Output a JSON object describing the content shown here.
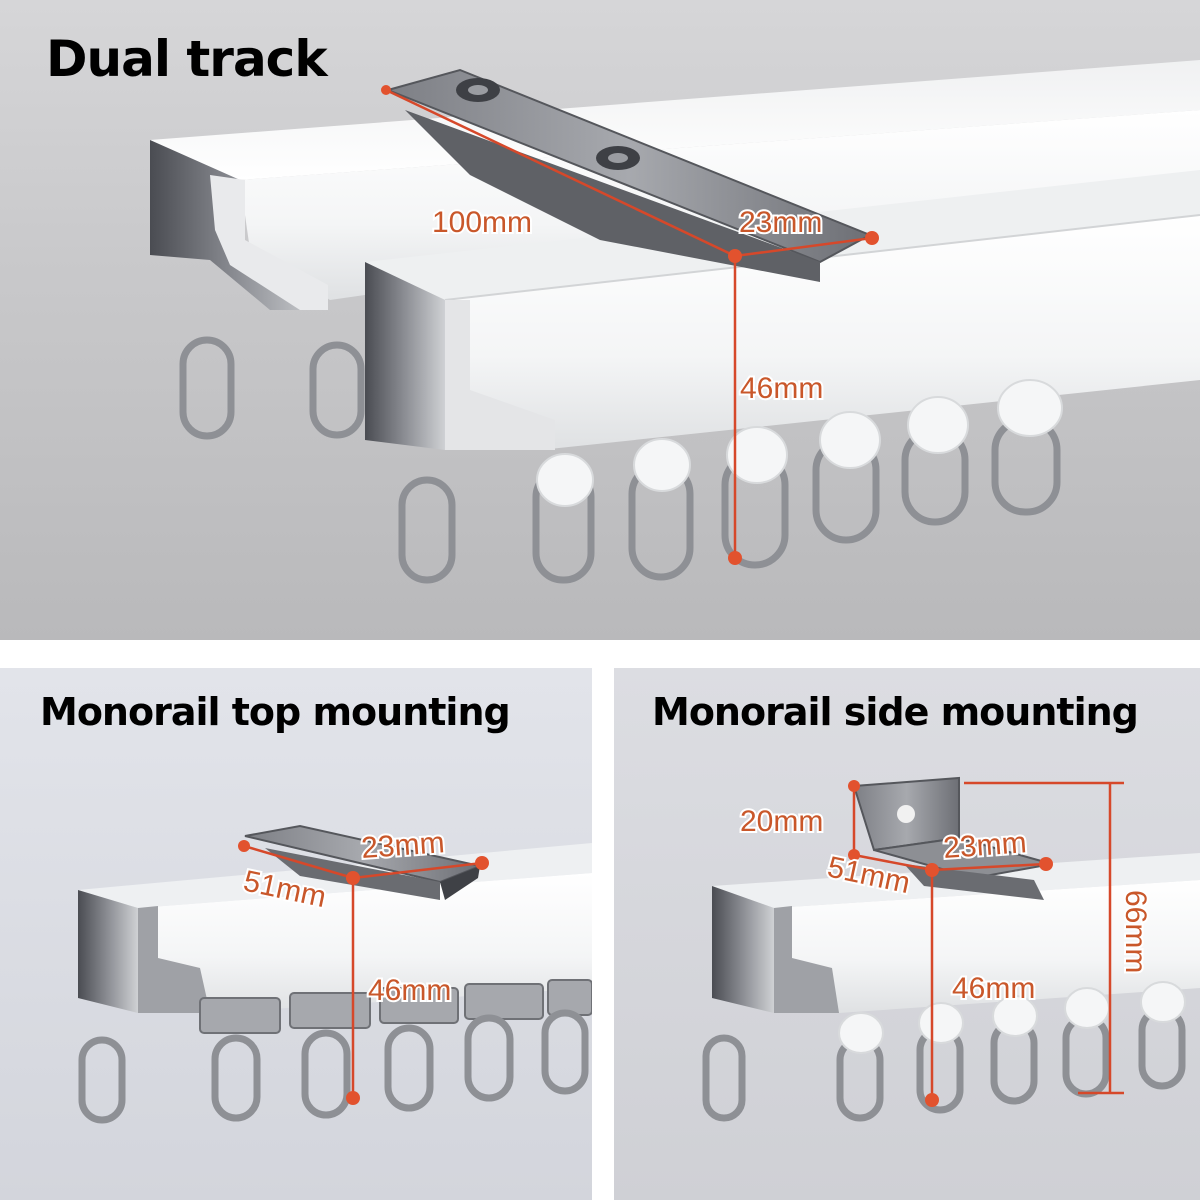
{
  "panels": {
    "dual_track": {
      "title": "Dual track",
      "dimensions": {
        "width": "100mm",
        "depth": "23mm",
        "height": "46mm"
      }
    },
    "monorail_top": {
      "title": "Monorail top mounting",
      "dimensions": {
        "width": "51mm",
        "depth": "23mm",
        "height": "46mm"
      }
    },
    "monorail_side": {
      "title": "Monorail side mounting",
      "dimensions": {
        "bracket": "20mm",
        "width": "51mm",
        "depth": "23mm",
        "height": "46mm",
        "total_height": "66mm"
      }
    }
  },
  "colors": {
    "dimension_accent": "#e2522e",
    "rail": "#ffffff",
    "bracket_metal": "#8a8c92"
  }
}
